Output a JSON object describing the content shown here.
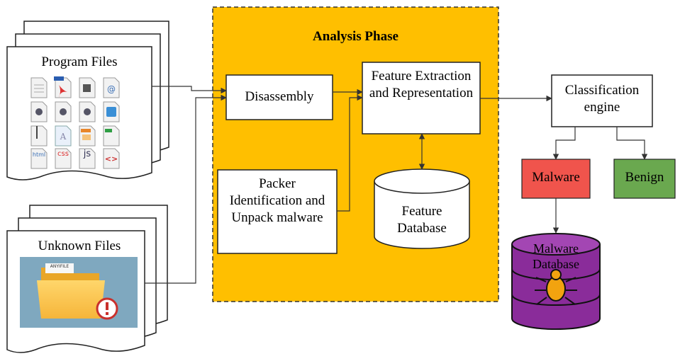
{
  "analysis_phase": {
    "title": "Analysis Phase"
  },
  "program_files": {
    "label": "Program Files",
    "icon_captions": [
      "html",
      "css",
      "js"
    ]
  },
  "unknown_files": {
    "label": "Unknown Files",
    "folder_tag": "ANYIFILE"
  },
  "disassembly": {
    "label": "Disassembly"
  },
  "packer": {
    "label": "Packer Identification and Unpack malware"
  },
  "feature_extraction": {
    "label": "Feature Extraction and Representation"
  },
  "feature_database": {
    "label": "Feature Database"
  },
  "classification": {
    "label": "Classification engine"
  },
  "malware": {
    "label": "Malware",
    "color": "#f0544c"
  },
  "benign": {
    "label": "Benign",
    "color": "#6aa84f"
  },
  "malware_database": {
    "label": "Malware Database",
    "color": "#8a2c9a"
  },
  "colors": {
    "analysis_bg": "#ffbf00"
  }
}
